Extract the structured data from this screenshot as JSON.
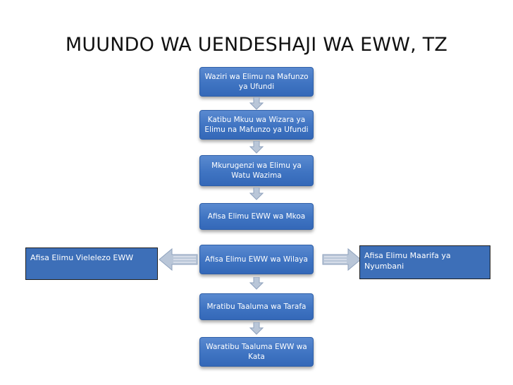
{
  "title": "MUUNDO WA UENDESHAJI WA EWW, TZ",
  "chain": [
    {
      "label": "Waziri wa Elimu na Mafunzo ya Ufundi"
    },
    {
      "label": "Katibu Mkuu wa Wizara ya Elimu na Mafunzo ya Ufundi"
    },
    {
      "label": "Mkurugenzi wa Elimu ya Watu Wazima"
    },
    {
      "label": "Afisa Elimu EWW wa Mkoa"
    },
    {
      "label": "Afisa  Elimu EWW wa Wilaya"
    },
    {
      "label": "Mratibu Taaluma wa Tarafa"
    },
    {
      "label": "Waratibu Taaluma EWW wa Kata"
    }
  ],
  "left_branch": {
    "label": "Afisa Elimu Vielelezo EWW"
  },
  "right_branch": {
    "label": "Afisa Elimu Maarifa ya Nyumbani"
  },
  "colors": {
    "box_fill": "#4a7cc4",
    "box_border": "#2e5fa8",
    "side_fill": "#3d6fb8",
    "arrow_fill": "#b9c6d8",
    "arrow_stroke": "#8fa2bd",
    "title_color": "#111111"
  }
}
